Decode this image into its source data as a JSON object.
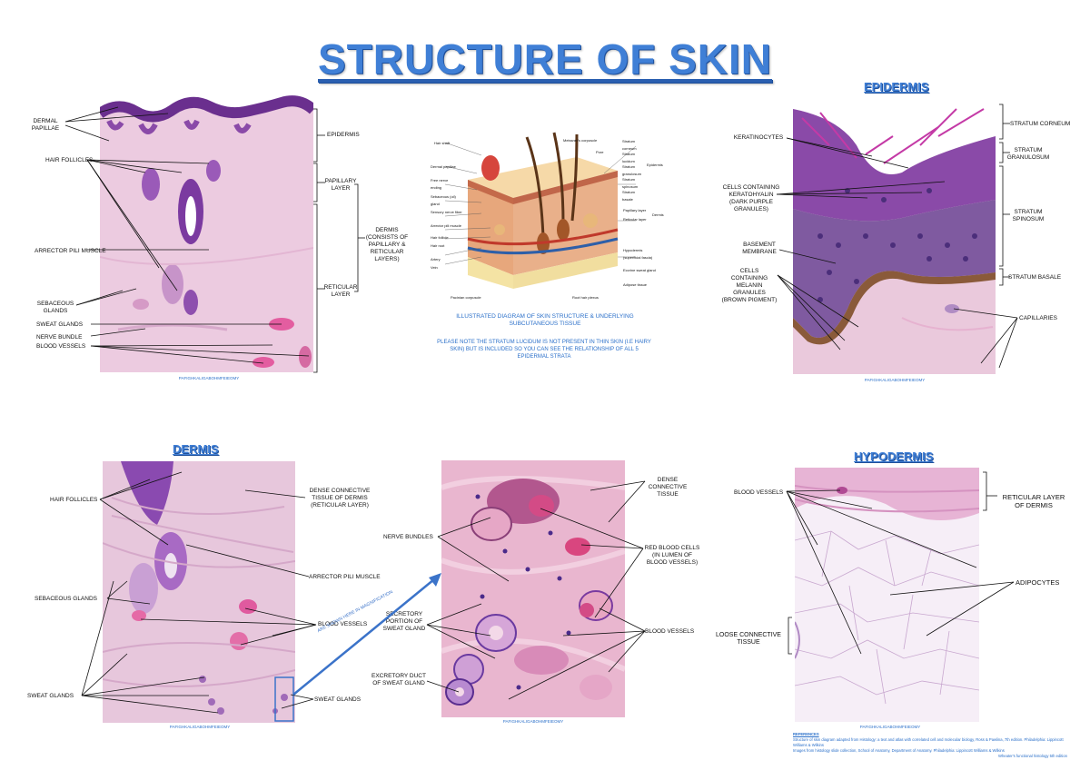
{
  "title": "STRUCTURE OF SKIN",
  "headers": {
    "epidermis": "EPIDERMIS",
    "dermis": "DERMIS",
    "hypodermis": "HYPODERMIS"
  },
  "panel1": {
    "labels_left": [
      "DERMAL PAPILLAE",
      "HAIR FOLLICLES",
      "ARRECTOR PILI MUSCLE",
      "SEBACEOUS GLANDS",
      "SWEAT GLANDS",
      "NERVE BUNDLE",
      "BLOOD VESSELS"
    ],
    "labels_right": [
      "EPIDERMIS",
      "PAPILLARY LAYER",
      "RETICULAR LAYER",
      "DERMIS (CONSISTS OF PAPILLARY & RETICULAR LAYERS)"
    ],
    "credit": "PAFIGHKALIGABOHMFEIEOMY"
  },
  "panel2": {
    "caption": "ILLUSTRATED DIAGRAM OF SKIN STRUCTURE & UNDERLYING SUBCUTANEOUS TISSUE",
    "note": "PLEASE NOTE THE STRATUM LUCIDUM IS NOT PRESENT IN THIN SKIN (I.E HAIRY SKIN) BUT IS INCLUDED SO YOU CAN SEE THE RELATIONSHIP OF ALL 5 EPIDERMAL STRATA",
    "diagram_labels_left": [
      "Hair shaft",
      "Dermal papillae",
      "Free nerve ending",
      "Sebaceous (oil) gland",
      "Sensory nerve fiber",
      "Arrector pili muscle",
      "Hair follicle",
      "Hair root",
      "Artery",
      "Vein",
      "Pacinian corpuscle"
    ],
    "diagram_labels_right": [
      "Meissner's corpuscle",
      "Pore",
      "Stratum corneum",
      "Stratum lucidum",
      "Stratum granulosum",
      "Stratum spinosum",
      "Stratum basale",
      "Epidermis",
      "Papillary layer",
      "Reticular layer",
      "Dermis",
      "Hypodermis (superficial fascia)",
      "Eccrine sweat gland",
      "Adipose tissue",
      "Root hair plexus"
    ]
  },
  "panel3": {
    "labels_left": [
      "KERATINOCYTES",
      "CELLS CONTAINING KERATOHYALIN (DARK PURPLE GRANULES)",
      "BASEMENT MEMBRANE",
      "CELLS CONTAINING MELANIN GRANULES (BROWN PIGMENT)"
    ],
    "labels_right": [
      "STRATUM CORNEUM",
      "STRATUM GRANULOSUM",
      "STRATUM SPINOSUM",
      "STRATUM BASALE",
      "CAPILLARIES"
    ],
    "credit": "PAFIGHKALIGABOHMFEIEOMY"
  },
  "panel4": {
    "labels_left": [
      "HAIR FOLLICLES",
      "SEBACEOUS GLANDS",
      "SWEAT GLANDS"
    ],
    "labels_right": [
      "DENSE CONNECTIVE TISSUE OF DERMIS (RETICULAR LAYER)",
      "ARRECTOR PILI MUSCLE",
      "BLOOD VESSELS",
      "SWEAT GLANDS"
    ],
    "arrow_label": "ARE SHOWN HERE IN MAGNIFICATION",
    "credit": "PAFIGHKALIGABOHMFEIEOMY"
  },
  "panel5": {
    "labels_left": [
      "NERVE BUNDLES",
      "SECRETORY PORTION OF SWEAT GLAND",
      "EXCRETORY DUCT OF SWEAT GLAND"
    ],
    "labels_right": [
      "DENSE CONNECTIVE TISSUE",
      "RED BLOOD CELLS (IN LUMEN OF BLOOD VESSELS)",
      "BLOOD VESSELS"
    ],
    "credit": "PAFIGHKALIGABOHMFEIEOMY"
  },
  "panel6": {
    "labels_left": [
      "BLOOD VESSELS",
      "LOOSE CONNECTIVE TISSUE"
    ],
    "labels_right": [
      "RETICULAR LAYER OF DERMIS",
      "ADIPOCYTES"
    ],
    "credit": "PAFIGHKALIGABOHMFEIEOMY",
    "references_title": "REFERENCES",
    "references": [
      "Structure of skin diagram adapted from Histology: a text and atlas with correlated cell and molecular biology, Ross & Pawlina, 7th edition. Philadelphia: Lippincott Williams & Wilkins",
      "Images from histology slide collection, School of Anatomy, Department of Anatomy. Philadelphia: Lippincott Williams & Wilkins",
      "Wheater's functional histology 5th edition"
    ]
  },
  "colors": {
    "accent_blue": "#3f7fd6",
    "tissue_pink": "#ecc3dc",
    "stain_purple": "#7c3a9e",
    "adipose_bg": "#f5eef6"
  }
}
